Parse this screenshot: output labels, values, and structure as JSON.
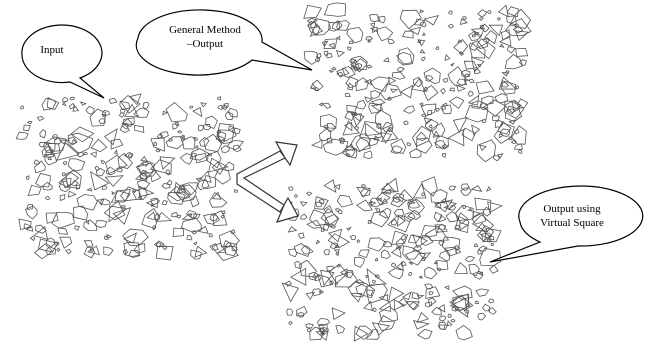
{
  "callouts": {
    "input": {
      "lines": [
        "Input"
      ]
    },
    "general": {
      "lines": [
        "General Method",
        "–Output"
      ]
    },
    "virtual": {
      "lines": [
        "Output using",
        "Virtual Square"
      ]
    }
  },
  "colors": {
    "polygon_stroke": "#555555",
    "bubble_stroke": "#000000",
    "arrow_stroke": "#333333",
    "background": "#ffffff"
  }
}
